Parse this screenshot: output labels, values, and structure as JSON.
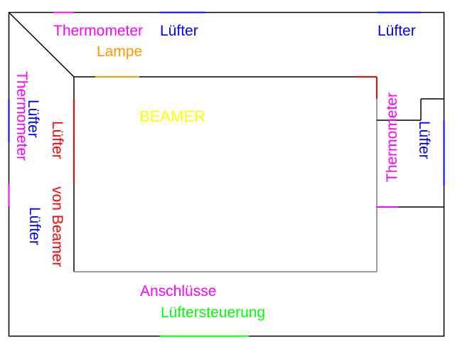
{
  "colors": {
    "frame": "#000000",
    "grey": "#7f7f7f",
    "magenta": "#ff00ff",
    "blue": "#0000ff",
    "orange": "#ff9900",
    "red": "#ff0000",
    "yellow": "#ffff00",
    "green": "#00ff00",
    "background": "#ffffff"
  },
  "labels": {
    "thermometer_top": "Thermometer",
    "fan_top_center": "Lüfter",
    "fan_top_right": "Lüfter",
    "lamp": "Lampe",
    "beamer": "BEAMER",
    "thermometer_left": "Thermometer",
    "fan_left_upper": "Lüfter",
    "fan_left_lower": "Lüfter",
    "fan_from_beamer_fan": "Lüfter",
    "fan_from_beamer_rest": "von Beamer",
    "thermometer_right": "Thermometer",
    "fan_right": "Lüfter",
    "connections": "Anschlüsse",
    "fan_control": "Lüftersteuerung"
  }
}
